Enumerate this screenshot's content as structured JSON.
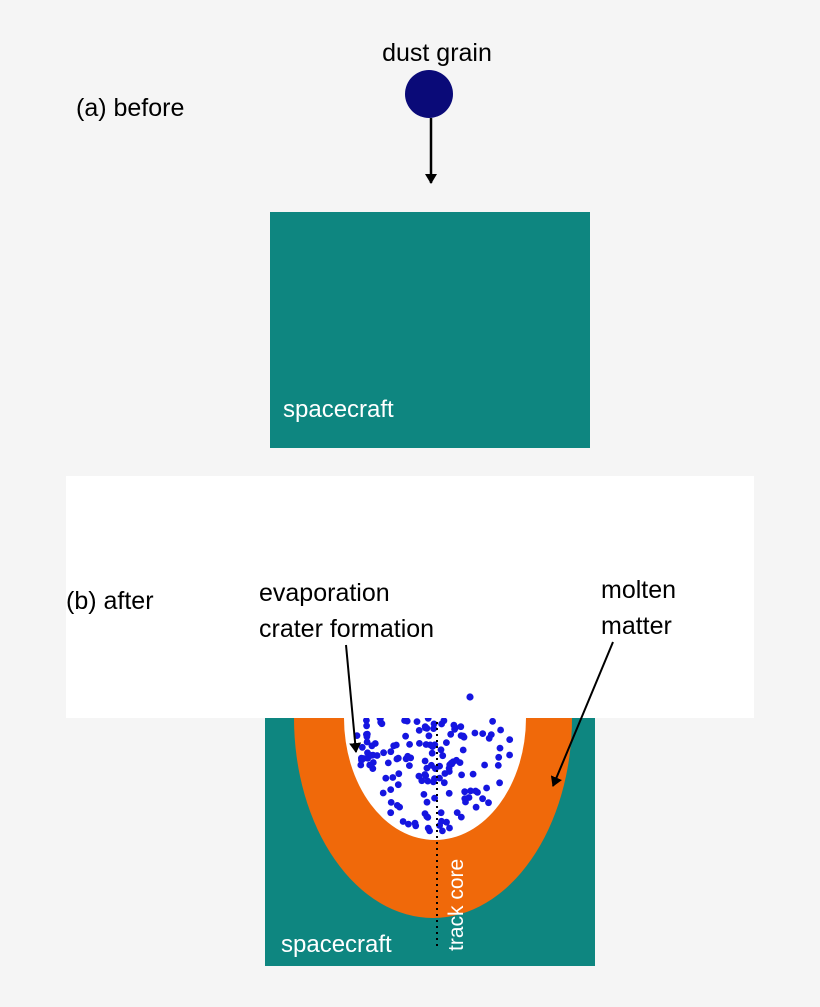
{
  "panel_a": {
    "label": "(a) before",
    "grain_label": "dust grain",
    "spacecraft_label": "spacecraft"
  },
  "panel_b": {
    "label": "(b) after",
    "evaporation_label_line1": "evaporation",
    "evaporation_label_line2": "crater formation",
    "molten_label_line1": "molten",
    "molten_label_line2": "matter",
    "track_core_label": "track core",
    "spacecraft_label": "spacecraft"
  },
  "colors": {
    "background": "#f5f5f5",
    "spacecraft": "#0e8680",
    "molten": "#f0690a",
    "grain": "#0a0a78",
    "particles": "#1515e0",
    "panel_b_background": "#ffffff",
    "text": "#000000",
    "label_on_spacecraft": "#ffffff"
  },
  "particle_count": 150
}
